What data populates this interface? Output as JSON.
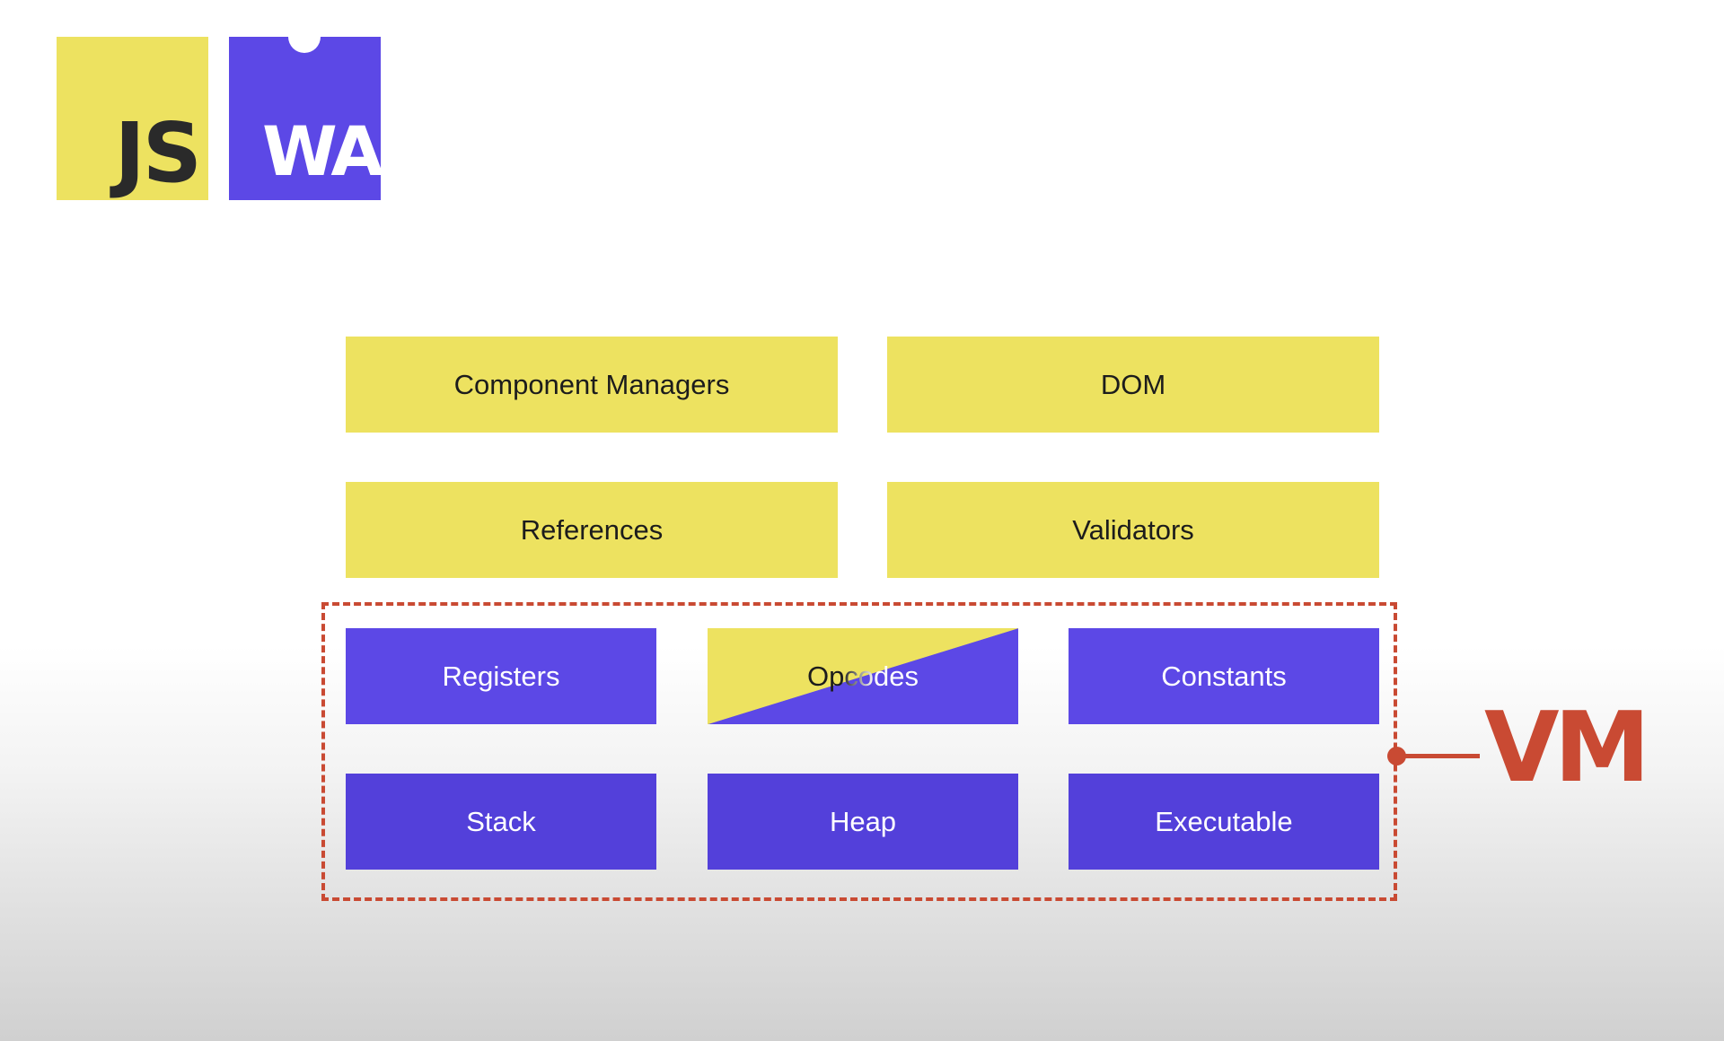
{
  "logos": {
    "js": "JS",
    "wa": "WA"
  },
  "boxes": {
    "component_managers": "Component Managers",
    "dom": "DOM",
    "references": "References",
    "validators": "Validators",
    "registers": "Registers",
    "opcodes": "Opcodes",
    "constants": "Constants",
    "stack": "Stack",
    "heap": "Heap",
    "executable": "Executable"
  },
  "vm": {
    "label": "VM"
  },
  "colors": {
    "yellow": "#ede260",
    "purple": "#5c48e6",
    "vm_red": "#c94a33"
  }
}
